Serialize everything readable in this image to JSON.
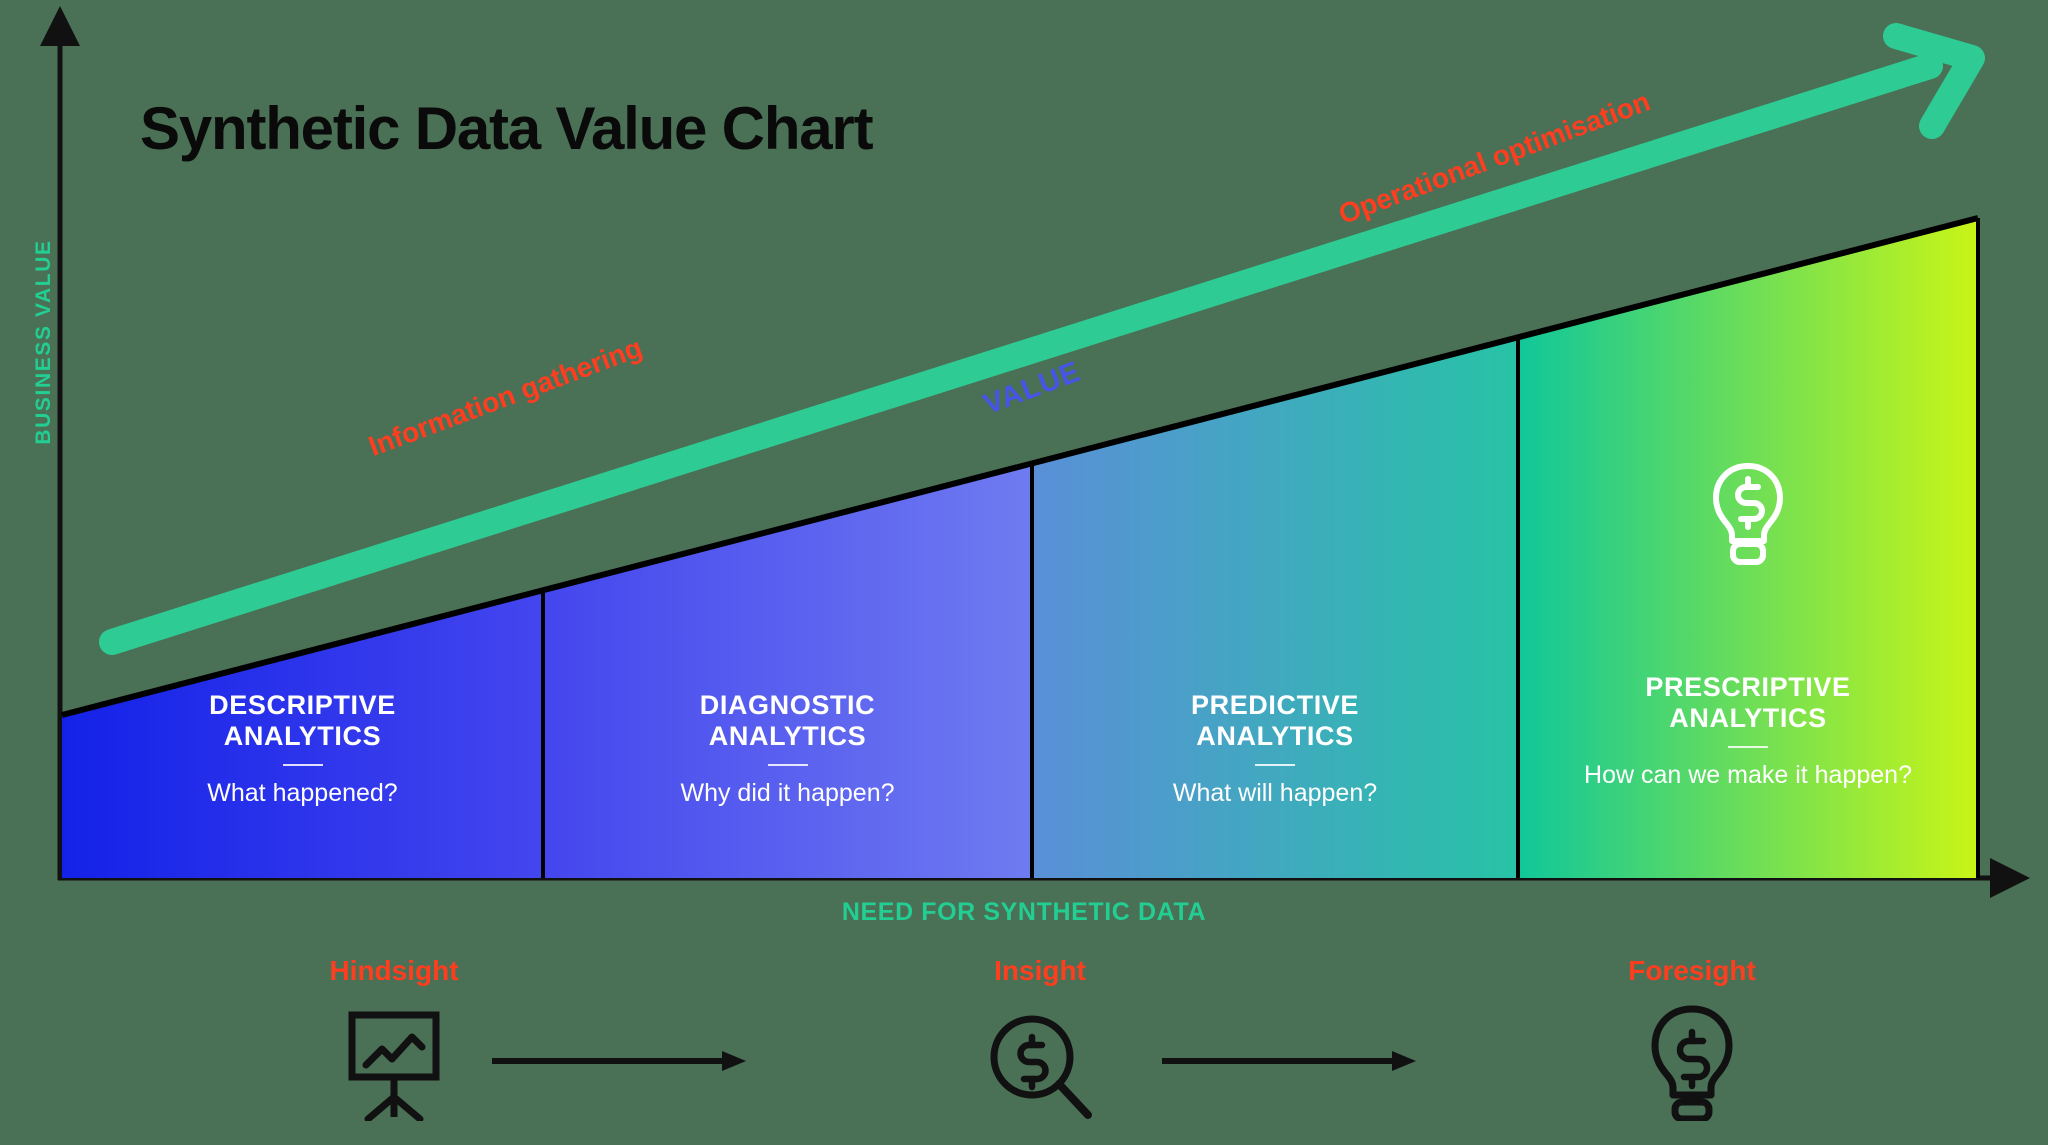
{
  "title": "Synthetic Data Value Chart",
  "axes": {
    "y_label": "BUSINESS VALUE",
    "x_label": "NEED FOR SYNTHETIC DATA",
    "label_color": "#22ce92"
  },
  "value_arrow": {
    "color": "#2ecc94",
    "labels": {
      "start": "Information gathering",
      "middle": "VALUE",
      "end": "Operational optimisation"
    },
    "label_colors": {
      "start": "#ff3d1f",
      "middle": "#4455e8",
      "end": "#ff3d1f"
    }
  },
  "chart_data": {
    "type": "bar",
    "title": "Synthetic Data Value Chart",
    "xlabel": "NEED FOR SYNTHETIC DATA",
    "ylabel": "BUSINESS VALUE",
    "grid": false,
    "legend": "none",
    "note": "Ascending staircase/triangle: business value rises with need for synthetic data across four analytics maturity stages.",
    "categories": [
      "DESCRIPTIVE ANALYTICS",
      "DIAGNOSTIC ANALYTICS",
      "PREDICTIVE ANALYTICS",
      "PRESCRIPTIVE ANALYTICS"
    ],
    "values": [
      25,
      50,
      75,
      100
    ],
    "ylim": [
      0,
      100
    ]
  },
  "segments": [
    {
      "title_line1": "DESCRIPTIVE",
      "title_line2": "ANALYTICS",
      "question": "What happened?",
      "color_start": "#1422e8",
      "color_end": "#4a4ef0",
      "icon": ""
    },
    {
      "title_line1": "DIAGNOSTIC",
      "title_line2": "ANALYTICS",
      "question": "Why did it happen?",
      "color_start": "#4a4ef0",
      "color_end": "#5b8fd8",
      "icon": ""
    },
    {
      "title_line1": "PREDICTIVE",
      "title_line2": "ANALYTICS",
      "question": "What will happen?",
      "color_start": "#5b8fd8",
      "color_end": "#17c79a",
      "icon": ""
    },
    {
      "title_line1": "PRESCRIPTIVE",
      "title_line2": "ANALYTICS",
      "question": "How can we make it happen?",
      "color_start": "#17c79a",
      "color_end": "#c8f517",
      "icon": "lightbulb-dollar-icon"
    }
  ],
  "journey": {
    "steps": [
      {
        "label": "Hindsight",
        "icon": "presentation-chart-icon"
      },
      {
        "label": "Insight",
        "icon": "magnifier-dollar-icon"
      },
      {
        "label": "Foresight",
        "icon": "lightbulb-dollar-icon"
      }
    ],
    "label_color": "#ff3d1f"
  }
}
